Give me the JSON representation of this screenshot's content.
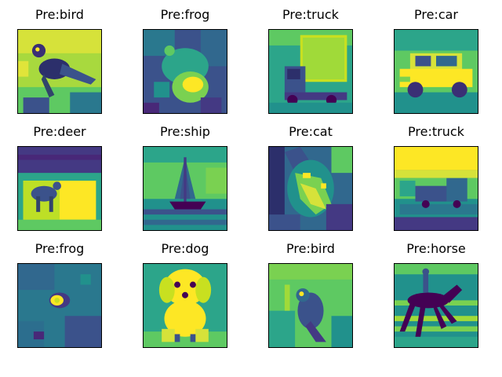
{
  "grid": {
    "panels": [
      {
        "title": "Pre:bird",
        "image": "bird-image"
      },
      {
        "title": "Pre:frog",
        "image": "frog-image"
      },
      {
        "title": "Pre:truck",
        "image": "truck-image"
      },
      {
        "title": "Pre:car",
        "image": "car-image"
      },
      {
        "title": "Pre:deer",
        "image": "deer-image"
      },
      {
        "title": "Pre:ship",
        "image": "ship-image"
      },
      {
        "title": "Pre:cat",
        "image": "cat-image"
      },
      {
        "title": "Pre:truck",
        "image": "truck-image"
      },
      {
        "title": "Pre:frog",
        "image": "frog-image"
      },
      {
        "title": "Pre:dog",
        "image": "dog-image"
      },
      {
        "title": "Pre:bird",
        "image": "bird-image"
      },
      {
        "title": "Pre:horse",
        "image": "horse-image"
      }
    ]
  },
  "colors": {
    "viridis_dark": "#440154",
    "viridis_blue": "#3b528b",
    "viridis_teal": "#21918c",
    "viridis_green": "#5ec962",
    "viridis_yellow": "#fde725"
  }
}
